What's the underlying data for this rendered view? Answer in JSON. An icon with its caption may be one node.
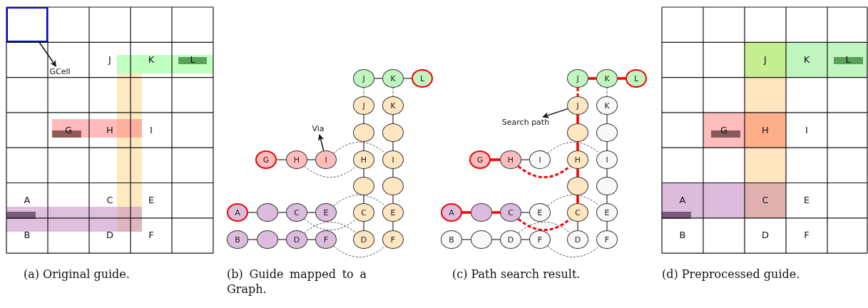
{
  "diagram": {
    "nodes": [
      {
        "text": [],
        "shape": "box"
      },
      {
        "text": [
          "GCell"
        ]
      },
      {
        "text": [
          "J"
        ]
      },
      {
        "text": [
          "K"
        ]
      },
      {
        "text": [
          "L"
        ]
      },
      {
        "text": [
          "J"
        ]
      },
      {
        "text": [
          "K"
        ]
      },
      {
        "text": [],
        "shape": "circle"
      },
      {
        "text": [],
        "shape": "circle"
      },
      {
        "text": [
          "G"
        ]
      },
      {
        "text": [
          "H"
        ]
      },
      {
        "text": [
          "I"
        ]
      },
      {
        "text": [
          "H"
        ]
      },
      {
        "text": [
          "I"
        ]
      },
      {
        "text": [],
        "shape": "circle"
      },
      {
        "text": [],
        "shape": "circle"
      },
      {
        "text": [
          "A"
        ]
      },
      {
        "text": [],
        "shape": "circle"
      },
      {
        "text": [
          "C"
        ]
      },
      {
        "text": [
          "E"
        ]
      },
      {
        "text": [
          "C"
        ]
      },
      {
        "text": [
          "E"
        ]
      },
      {
        "text": [
          "B"
        ]
      },
      {
        "text": [],
        "shape": "circle"
      },
      {
        "text": [
          "D"
        ]
      },
      {
        "text": [
          "F"
        ]
      },
      {
        "text": [
          "D"
        ]
      },
      {
        "text": [
          "F"
        ]
      },
      {
        "text": [
          "Via"
        ]
      },
      {
        "text": [
          "J"
        ]
      },
      {
        "text": [
          "K"
        ]
      },
      {
        "text": [
          "L"
        ]
      },
      {
        "text": [
          "J"
        ]
      },
      {
        "text": [
          "K"
        ]
      },
      {
        "text": [],
        "shape": "circle"
      },
      {
        "text": [],
        "shape": "circle"
      },
      {
        "text": [
          "G"
        ]
      },
      {
        "text": [
          "H"
        ]
      },
      {
        "text": [
          "I"
        ]
      },
      {
        "text": [
          "H"
        ]
      },
      {
        "text": [
          "I"
        ]
      },
      {
        "text": [],
        "shape": "circle"
      },
      {
        "text": [],
        "shape": "circle"
      },
      {
        "text": [
          "A"
        ]
      },
      {
        "text": [],
        "shape": "circle"
      },
      {
        "text": [
          "C"
        ]
      },
      {
        "text": [
          "E"
        ]
      },
      {
        "text": [
          "C"
        ]
      },
      {
        "text": [
          "E"
        ]
      },
      {
        "text": [
          "B"
        ]
      },
      {
        "text": [],
        "shape": "circle"
      },
      {
        "text": [
          "D"
        ]
      },
      {
        "text": [
          "F"
        ]
      },
      {
        "text": [
          "D"
        ]
      },
      {
        "text": [
          "F"
        ]
      },
      {
        "text": [
          "Search path"
        ]
      }
    ],
    "edges": [
      {
        "from": 0,
        "to": 1,
        "arrow": "to"
      },
      {
        "from": 2,
        "to": 3,
        "arrow": "none"
      },
      {
        "from": 3,
        "to": 4,
        "arrow": "none"
      },
      {
        "from": 2,
        "to": 5,
        "arrow": "none",
        "style": "dashed"
      },
      {
        "from": 3,
        "to": 6,
        "arrow": "none",
        "style": "dashed"
      },
      {
        "from": 5,
        "to": 7,
        "arrow": "none"
      },
      {
        "from": 7,
        "to": 12,
        "arrow": "none"
      },
      {
        "from": 12,
        "to": 14,
        "arrow": "none"
      },
      {
        "from": 14,
        "to": 20,
        "arrow": "none"
      },
      {
        "from": 20,
        "to": 26,
        "arrow": "none"
      },
      {
        "from": 6,
        "to": 8,
        "arrow": "none"
      },
      {
        "from": 8,
        "to": 13,
        "arrow": "none"
      },
      {
        "from": 13,
        "to": 15,
        "arrow": "none"
      },
      {
        "from": 15,
        "to": 21,
        "arrow": "none"
      },
      {
        "from": 21,
        "to": 27,
        "arrow": "none"
      },
      {
        "from": 9,
        "to": 10,
        "arrow": "none"
      },
      {
        "from": 10,
        "to": 11,
        "arrow": "none"
      },
      {
        "from": 16,
        "to": 17,
        "arrow": "none"
      },
      {
        "from": 17,
        "to": 18,
        "arrow": "none"
      },
      {
        "from": 18,
        "to": 19,
        "arrow": "none"
      },
      {
        "from": 22,
        "to": 23,
        "arrow": "none"
      },
      {
        "from": 23,
        "to": 24,
        "arrow": "none"
      },
      {
        "from": 24,
        "to": 25,
        "arrow": "none"
      },
      {
        "from": 11,
        "to": 13,
        "arrow": "none",
        "style": "dashed"
      },
      {
        "from": 10,
        "to": 12,
        "arrow": "none",
        "style": "dashed"
      },
      {
        "from": 19,
        "to": 21,
        "arrow": "none",
        "style": "dashed"
      },
      {
        "from": 18,
        "to": 20,
        "arrow": "none",
        "style": "dashed"
      },
      {
        "from": 24,
        "to": 26,
        "arrow": "none",
        "style": "dashed"
      },
      {
        "from": 25,
        "to": 27,
        "arrow": "none",
        "style": "dashed"
      },
      {
        "from": 11,
        "to": 28,
        "arrow": "to"
      },
      {
        "from": 29,
        "to": 30,
        "arrow": "none",
        "style": "thick",
        "color": "#ff0000"
      },
      {
        "from": 30,
        "to": 31,
        "arrow": "none",
        "style": "thick",
        "color": "#ff0000"
      },
      {
        "from": 29,
        "to": 32,
        "arrow": "none",
        "style": "dashed",
        "color": "#ff0000"
      },
      {
        "from": 30,
        "to": 33,
        "arrow": "none",
        "style": "dashed"
      },
      {
        "from": 32,
        "to": 34,
        "arrow": "none",
        "style": "thick",
        "color": "#ff0000"
      },
      {
        "from": 34,
        "to": 39,
        "arrow": "none",
        "style": "thick",
        "color": "#ff0000"
      },
      {
        "from": 39,
        "to": 41,
        "arrow": "none",
        "style": "thick",
        "color": "#ff0000"
      },
      {
        "from": 41,
        "to": 47,
        "arrow": "none",
        "style": "thick",
        "color": "#ff0000"
      },
      {
        "from": 47,
        "to": 53,
        "arrow": "none"
      },
      {
        "from": 33,
        "to": 35,
        "arrow": "none"
      },
      {
        "from": 35,
        "to": 40,
        "arrow": "none"
      },
      {
        "from": 40,
        "to": 42,
        "arrow": "none"
      },
      {
        "from": 42,
        "to": 48,
        "arrow": "none"
      },
      {
        "from": 48,
        "to": 54,
        "arrow": "none"
      },
      {
        "from": 36,
        "to": 37,
        "arrow": "none",
        "style": "thick",
        "color": "#ff0000"
      },
      {
        "from": 37,
        "to": 38,
        "arrow": "none"
      },
      {
        "from": 43,
        "to": 44,
        "arrow": "none",
        "style": "thick",
        "color": "#ff0000"
      },
      {
        "from": 44,
        "to": 45,
        "arrow": "none",
        "style": "thick",
        "color": "#ff0000"
      },
      {
        "from": 45,
        "to": 46,
        "arrow": "none"
      },
      {
        "from": 49,
        "to": 50,
        "arrow": "none"
      },
      {
        "from": 50,
        "to": 51,
        "arrow": "none"
      },
      {
        "from": 51,
        "to": 52,
        "arrow": "none"
      },
      {
        "from": 38,
        "to": 40,
        "arrow": "none",
        "style": "dashed"
      },
      {
        "from": 37,
        "to": 39,
        "arrow": "none",
        "style": "dashed",
        "color": "#ff0000"
      },
      {
        "from": 46,
        "to": 48,
        "arrow": "none",
        "style": "dashed"
      },
      {
        "from": 45,
        "to": 47,
        "arrow": "none",
        "style": "dashed",
        "color": "#ff0000"
      },
      {
        "from": 51,
        "to": 53,
        "arrow": "none",
        "style": "dashed"
      },
      {
        "from": 52,
        "to": 54,
        "arrow": "none",
        "style": "dashed"
      },
      {
        "from": 32,
        "to": 55,
        "arrow": "to"
      }
    ],
    "labels": [
      "J",
      "K",
      "L",
      "G",
      "H",
      "I",
      "A",
      "C",
      "E",
      "B",
      "D",
      "F",
      "J",
      "K",
      "L",
      "G",
      "H",
      "I",
      "A",
      "C",
      "E",
      "B",
      "D",
      "F",
      "(a) Original guide.",
      "(b) Guide mapped to a Graph.",
      "(c) Path search result.",
      "(d) Preprocessed guide."
    ]
  }
}
